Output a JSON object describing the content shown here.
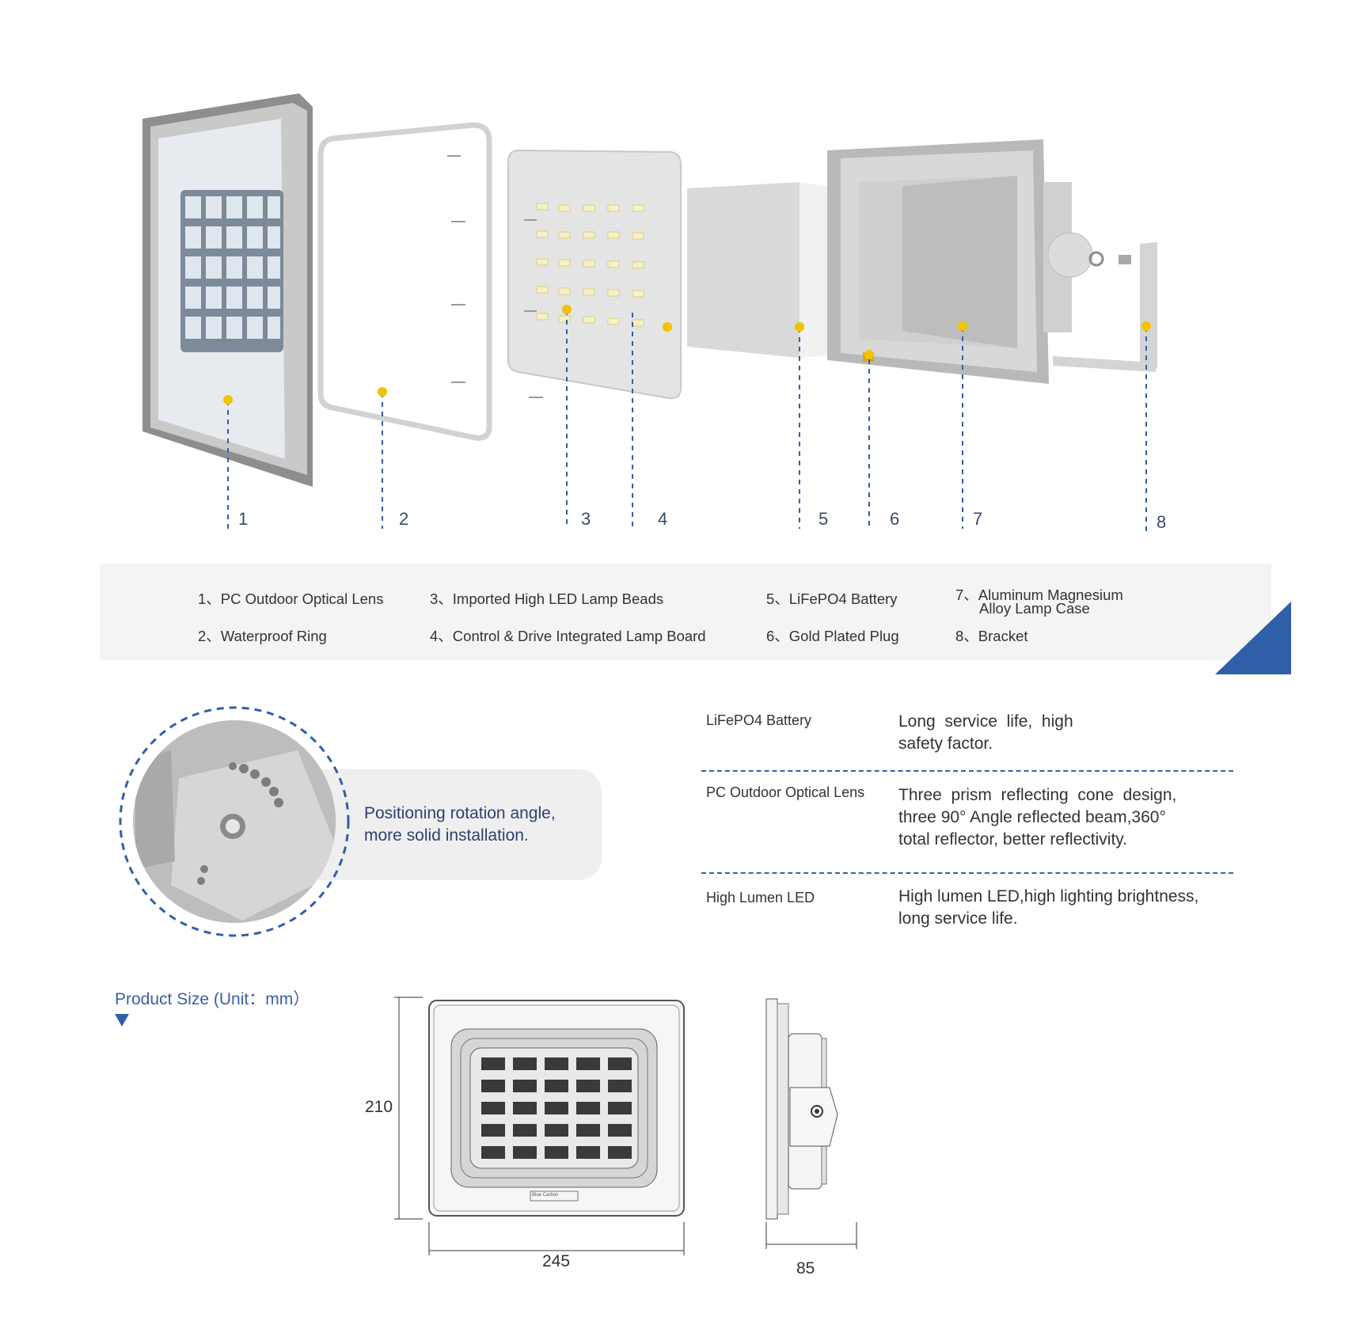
{
  "parts": {
    "numbers": [
      "1",
      "2",
      "3",
      "4",
      "5",
      "6",
      "7",
      "8"
    ],
    "legend": [
      {
        "num": "1、",
        "label": "PC Outdoor Optical Lens"
      },
      {
        "num": "2、",
        "label": "Waterproof Ring"
      },
      {
        "num": "3、",
        "label": "Imported High LED Lamp Beads"
      },
      {
        "num": "4、",
        "label": "Control & Drive Integrated Lamp Board"
      },
      {
        "num": "5、",
        "label": "LiFePO4 Battery"
      },
      {
        "num": "6、",
        "label": "Gold Plated Plug"
      },
      {
        "num": "7、",
        "label": "Aluminum Magnesium Alloy Lamp Case",
        "line1": "Aluminum Magnesium",
        "line2": "Alloy Lamp Case"
      },
      {
        "num": "8、",
        "label": "Bracket"
      }
    ]
  },
  "callout": {
    "line1": "Positioning rotation angle,",
    "line2": "more solid installation."
  },
  "features": [
    {
      "name": "LiFePO4 Battery",
      "desc1": "Long  service  life,  high",
      "desc2": "safety factor.",
      "desc3": ""
    },
    {
      "name": "PC Outdoor Optical Lens",
      "desc1": "Three  prism  reflecting  cone  design,",
      "desc2": "three 90° Angle reflected beam,360°",
      "desc3": "total reflector, better reflectivity."
    },
    {
      "name": "High Lumen LED",
      "desc1": "High lumen LED,high lighting brightness,",
      "desc2": "long service life.",
      "desc3": ""
    }
  ],
  "size": {
    "title": "Product Size (Unit：mm）",
    "height": "210",
    "width": "245",
    "depth": "85",
    "brand": "Blue Carbon"
  },
  "colors": {
    "accent": "#2e5fa8",
    "marker": "#f2c200",
    "band": "#f4f4f4"
  }
}
